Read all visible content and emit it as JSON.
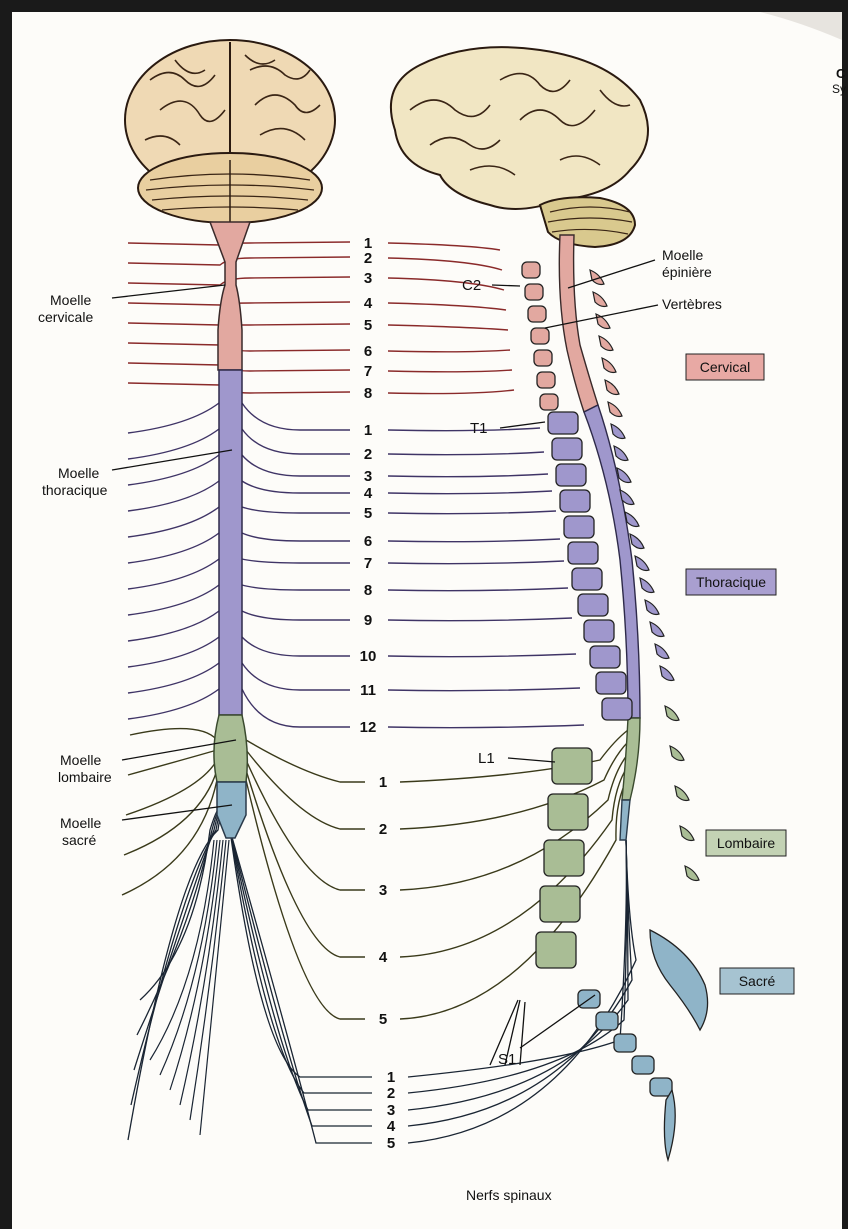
{
  "labels": {
    "cervical_cord": [
      "Moelle",
      "cervicale"
    ],
    "thoracic_cord": [
      "Moelle",
      "thoracique"
    ],
    "lumbar_cord": [
      "Moelle",
      "lombaire"
    ],
    "sacral_cord": [
      "Moelle",
      "sacré"
    ],
    "spinal_cord": [
      "Moelle",
      "épinière"
    ],
    "vertebrae": "Vertèbres",
    "c2": "C2",
    "t1": "T1",
    "l1": "L1",
    "s1": "S1",
    "spinal_nerves": "Nerfs spinaux",
    "corner_text": [
      "C",
      "Sy"
    ]
  },
  "regions": [
    {
      "name": "Cervical",
      "color": "#e8a9a4"
    },
    {
      "name": "Thoracique",
      "color": "#a99fd0"
    },
    {
      "name": "Lombaire",
      "color": "#c3d2b4"
    },
    {
      "name": "Sacré",
      "color": "#a6c3d1"
    }
  ],
  "nerve_numbers": {
    "cervical": [
      "1",
      "2",
      "3",
      "4",
      "5",
      "6",
      "7",
      "8"
    ],
    "thoracic": [
      "1",
      "2",
      "3",
      "4",
      "5",
      "6",
      "7",
      "8",
      "9",
      "10",
      "11",
      "12"
    ],
    "lumbar": [
      "1",
      "2",
      "3",
      "4",
      "5"
    ],
    "sacral": [
      "1",
      "2",
      "3",
      "4",
      "5"
    ]
  },
  "colors": {
    "cervical_nerve": "#8a2a2a",
    "thoracic_nerve": "#3f3466",
    "lumbar_nerve": "#3a3a1a",
    "sacral_nerve": "#1a2533",
    "brain_fill": "#efd9b4",
    "cervical_cord": "#e2a8a0",
    "thoracic_cord": "#9f97cc",
    "lumbar_cord": "#a9bd95",
    "sacral_cord": "#8fb4c8"
  }
}
